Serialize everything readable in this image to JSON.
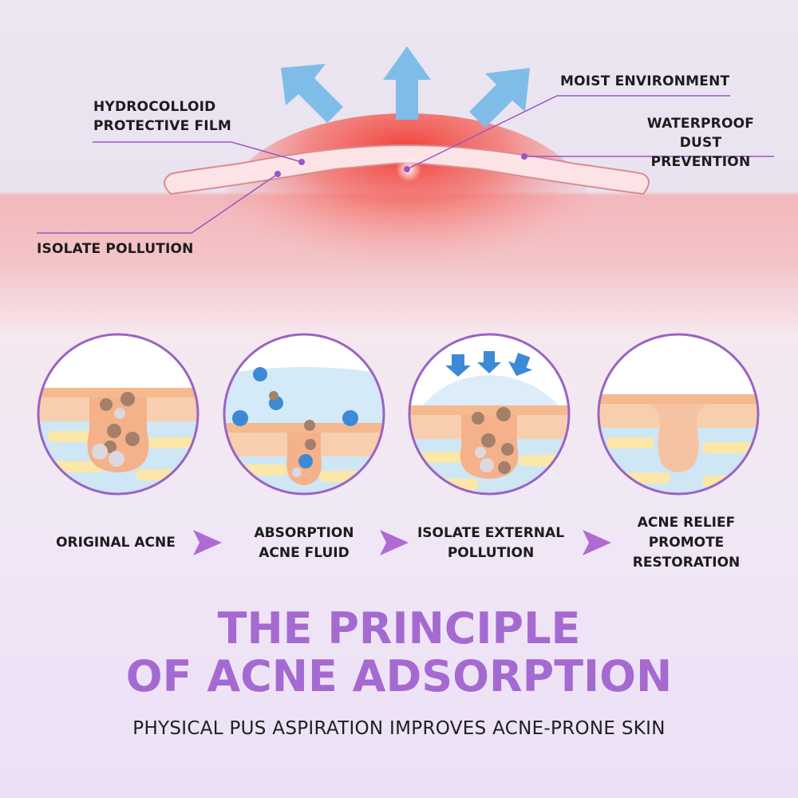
{
  "callouts": {
    "hydrocolloid_1": "HYDROCOLLOID",
    "hydrocolloid_2": "PROTECTIVE FILM",
    "moist": "MOIST ENVIRONMENT",
    "waterproof_1": "WATERPROOF",
    "waterproof_2": "DUST PREVENTION",
    "isolate": "ISOLATE POLLUTION"
  },
  "steps": [
    {
      "lines": [
        "ORIGINAL ACNE"
      ],
      "icon": "original-acne"
    },
    {
      "lines": [
        "ABSORPTION",
        "ACNE FLUID"
      ],
      "icon": "absorption"
    },
    {
      "lines": [
        "ISOLATE EXTERNAL",
        "POLLUTION"
      ],
      "icon": "isolate-external"
    },
    {
      "lines": [
        "ACNE RELIEF",
        "PROMOTE",
        "RESTORATION"
      ],
      "icon": "acne-relief"
    }
  ],
  "title": {
    "line1": "THE PRINCIPLE",
    "line2": "OF ACNE ADSORPTION"
  },
  "subtitle": "PHYSICAL PUS ASPIRATION IMPROVES ACNE-PRONE SKIN",
  "colors": {
    "accent_purple": "#a56ad1",
    "arrow_blue": "#7fbde8",
    "skin_pink": "#f2a9ae",
    "inflammation_red": "#f04a3f",
    "callout_line": "#9d55c2"
  }
}
